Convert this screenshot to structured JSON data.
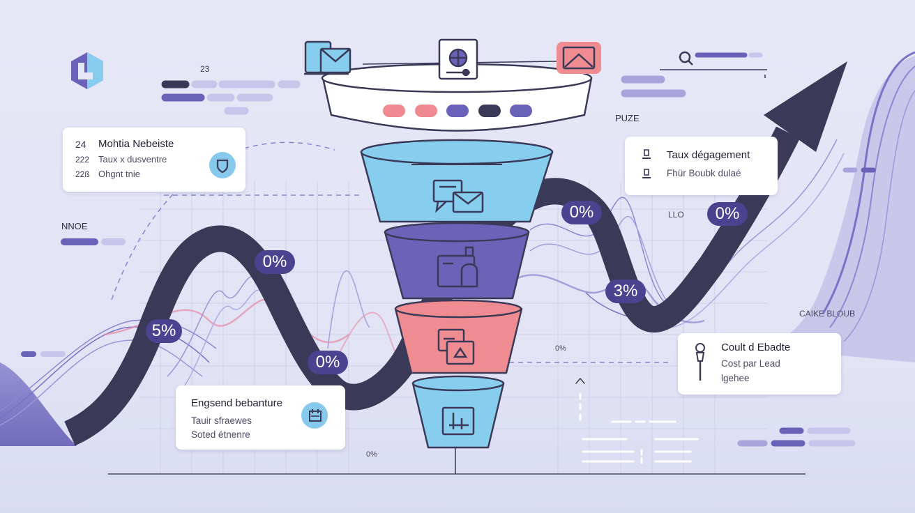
{
  "top_left": {
    "number": "23"
  },
  "left_card": {
    "nums": [
      "24",
      "222",
      "22ß"
    ],
    "title": "Mohtia Nebeiste",
    "line1": "Taux x dusventre",
    "line2": "Ohgnt tnie"
  },
  "labels": {
    "nnoe": "NNOE",
    "puze": "PUZE",
    "llo": "LLO",
    "caike_bloub": "CAIKE BLOUB",
    "mid_pct": "0%",
    "bottom_pct": "0%"
  },
  "right_card_top": {
    "title": "Taux dégagement",
    "line1": "Fhür Boubk dulaé"
  },
  "right_card_bottom": {
    "title": "Coult d Ebadte",
    "line1": "Cost par Lead",
    "line2": "lgehee"
  },
  "bottom_card": {
    "title": "Engsend bebanture",
    "line1": "Tauir sfraewes",
    "line2": "Soted étnenre"
  },
  "percent_badges": [
    "0%",
    "5%",
    "0%",
    "0%",
    "3%",
    "0%"
  ],
  "funnel_stages": [
    {
      "icon": "chat-mail-icon",
      "color": "#86cdee"
    },
    {
      "icon": "mailbox-icon",
      "color": "#6c63b8"
    },
    {
      "icon": "contract-icon",
      "color": "#ef8c92"
    },
    {
      "icon": "device-icon",
      "color": "#86cdee"
    }
  ],
  "funnel_dots": [
    "#f08a91",
    "#f08a91",
    "#6a62b8",
    "#3a3a58",
    "#6a62b8"
  ],
  "colors": {
    "navy": "#3a3a58",
    "purple": "#6c63b8",
    "light_blue": "#86cdee",
    "coral": "#ef8c92",
    "badge": "#4b4290"
  }
}
